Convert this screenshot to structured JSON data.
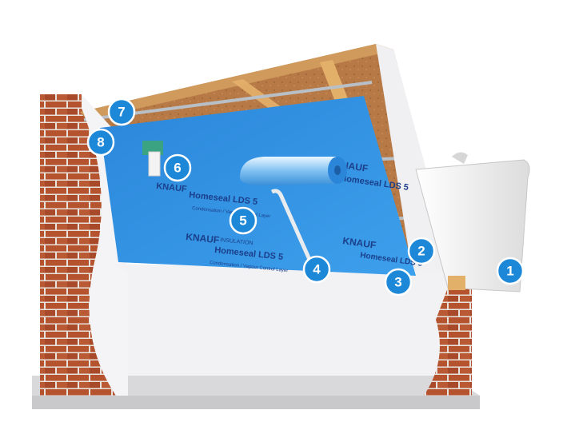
{
  "diagram": {
    "brand": "KNAUF",
    "brand_small": "INSULATION",
    "product": "Homeseal LDS 5",
    "membrane_tagline": "Condensation / Vapour Control Layer",
    "colors": {
      "membrane": "#2f8fe0",
      "membrane_dark": "#1f6fc2",
      "brick": "#b5532f",
      "mortar": "#e8e2dc",
      "insulation": "#b77a47",
      "timber": "#e3b06a",
      "plaster": "#f4f4f6",
      "badge": "#1e88d8",
      "print": "#1b3f8a"
    },
    "callouts": [
      {
        "number": "1",
        "component": "plasterboard-sheet"
      },
      {
        "number": "2",
        "component": "rafter-insulation"
      },
      {
        "number": "3",
        "component": "rafter-timber"
      },
      {
        "number": "4",
        "component": "tape"
      },
      {
        "number": "5",
        "component": "vapour-control-membrane"
      },
      {
        "number": "6",
        "component": "roof-window-seal"
      },
      {
        "number": "7",
        "component": "metal-furring-channel"
      },
      {
        "number": "8",
        "component": "ridge-junction"
      }
    ]
  }
}
